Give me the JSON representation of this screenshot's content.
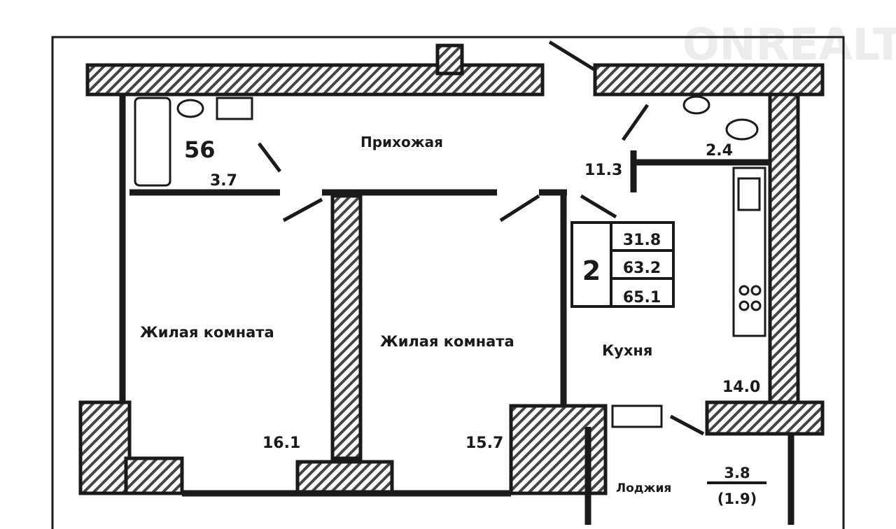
{
  "watermark": "ONREALT",
  "rooms": {
    "hall": {
      "name": "Прихожая",
      "area": "11.3"
    },
    "bathroom": {
      "number": "56",
      "area": "3.7"
    },
    "toilet": {
      "area": "2.4"
    },
    "room1": {
      "name": "Жилая комната",
      "area": "16.1"
    },
    "room2": {
      "name": "Жилая комната",
      "area": "15.7"
    },
    "kitchen": {
      "name": "Кухня",
      "area": "14.0"
    },
    "loggia": {
      "name": "Лоджия",
      "area": "3.8",
      "area_reduced": "(1.9)"
    }
  },
  "summary": {
    "rooms_count": "2",
    "living_area": "31.8",
    "total_area": "63.2",
    "total_with_loggia": "65.1"
  },
  "colors": {
    "wall": "#1a1a1a",
    "hatch": "#555555",
    "background": "#ffffff"
  }
}
